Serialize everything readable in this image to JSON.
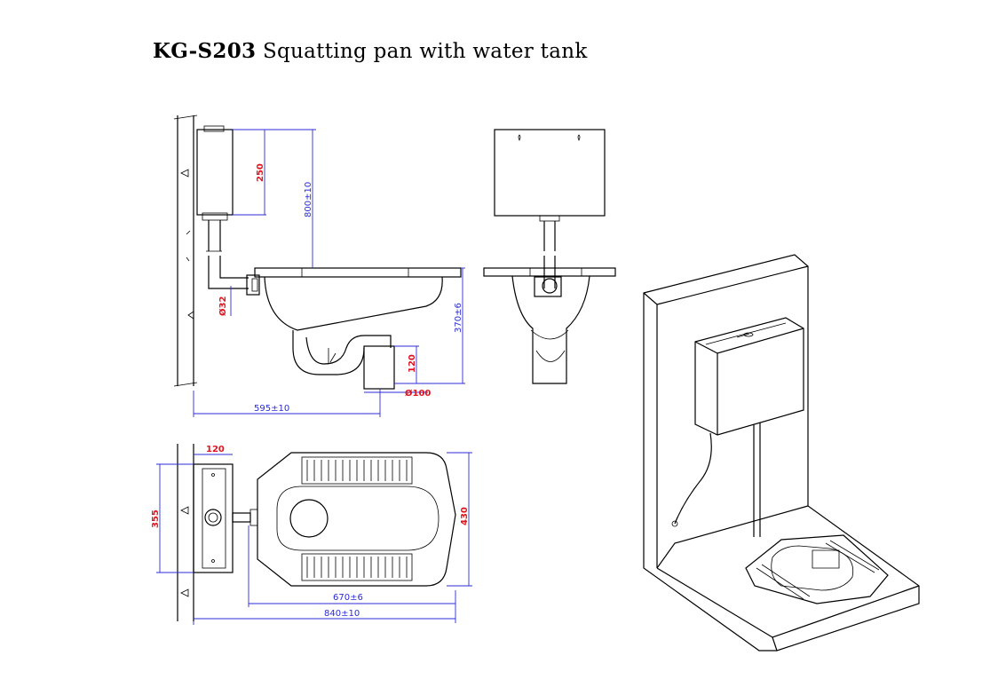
{
  "title": {
    "model": "KG-S203",
    "name": "Squatting pan with water tank"
  },
  "dimensions": {
    "tank_height": "250",
    "tank_top_height": "800±10",
    "pan_height": "370±6",
    "pipe_diameter": "Ø32",
    "outlet_height": "120",
    "outlet_diameter": "Ø100",
    "side_depth": "595±10",
    "tank_depth_top": "120",
    "tank_width": "355",
    "pan_width": "430",
    "pan_length": "670±6",
    "overall_length": "840±10"
  },
  "colors": {
    "dimension_line": "#2b2bd8",
    "dimension_value": "#e0141e",
    "outline": "#000000"
  }
}
